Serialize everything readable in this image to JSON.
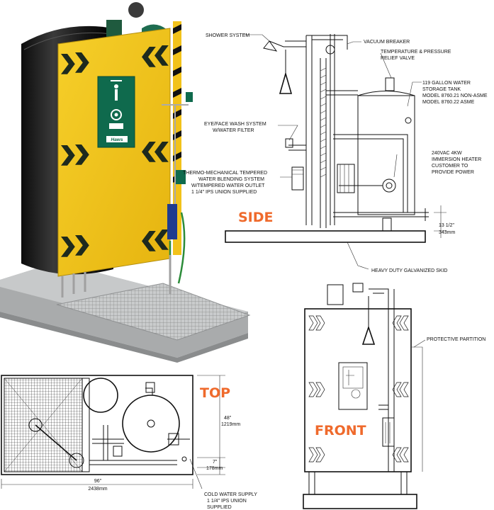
{
  "views": {
    "side": "SIDE",
    "top": "TOP",
    "front": "FRONT"
  },
  "side_labels": {
    "shower": "SHOWER SYSTEM",
    "vacuum": "VACUUM BREAKER",
    "temp_relief_1": "TEMPERATURE & PRESSURE",
    "temp_relief_2": "RELIEF VALVE",
    "tank_1": "119 GALLON WATER",
    "tank_2": "STORAGE TANK",
    "tank_3": "MODEL 8760.21 NON-ASME",
    "tank_4": "MODEL 8760.22 ASME",
    "eyewash_1": "EYE/FACE WASH SYSTEM",
    "eyewash_2": "W/WATER FILTER",
    "heater_1": "240VAC 4KW",
    "heater_2": "IMMERSION HEATER",
    "heater_3": "CUSTOMER TO",
    "heater_4": "PROVIDE POWER",
    "thermo_1": "THERMO-MECHANICAL TEMPERED",
    "thermo_2": "WATER BLENDING SYSTEM",
    "thermo_3": "W/TEMPERED WATER OUTLET",
    "thermo_4": "1 1/4\" IPS UNION SUPPLIED",
    "dim_in": "13 1/2\"",
    "dim_mm": "343mm",
    "skid": "HEAVY DUTY GALVANIZED SKID"
  },
  "front_labels": {
    "partition": "PROTECTIVE PARTITION"
  },
  "top_labels": {
    "depth_in": "48\"",
    "depth_mm": "1219mm",
    "small_in": "7\"",
    "small_mm": "178mm",
    "width_in": "96\"",
    "width_mm": "2438mm",
    "cold_1": "COLD WATER SUPPLY",
    "cold_2": "1 1/4\" IPS UNION",
    "cold_3": "SUPPLIED"
  },
  "sign_brand": "Haws",
  "colors": {
    "yellow_panel": "#f2c21a",
    "chevron": "#1d2a1e",
    "green_sign": "#0f6a4d",
    "tank_black": "#1a1a1a",
    "skid_gray": "#b7b9ba",
    "accent_orange": "#ef6a2c"
  }
}
